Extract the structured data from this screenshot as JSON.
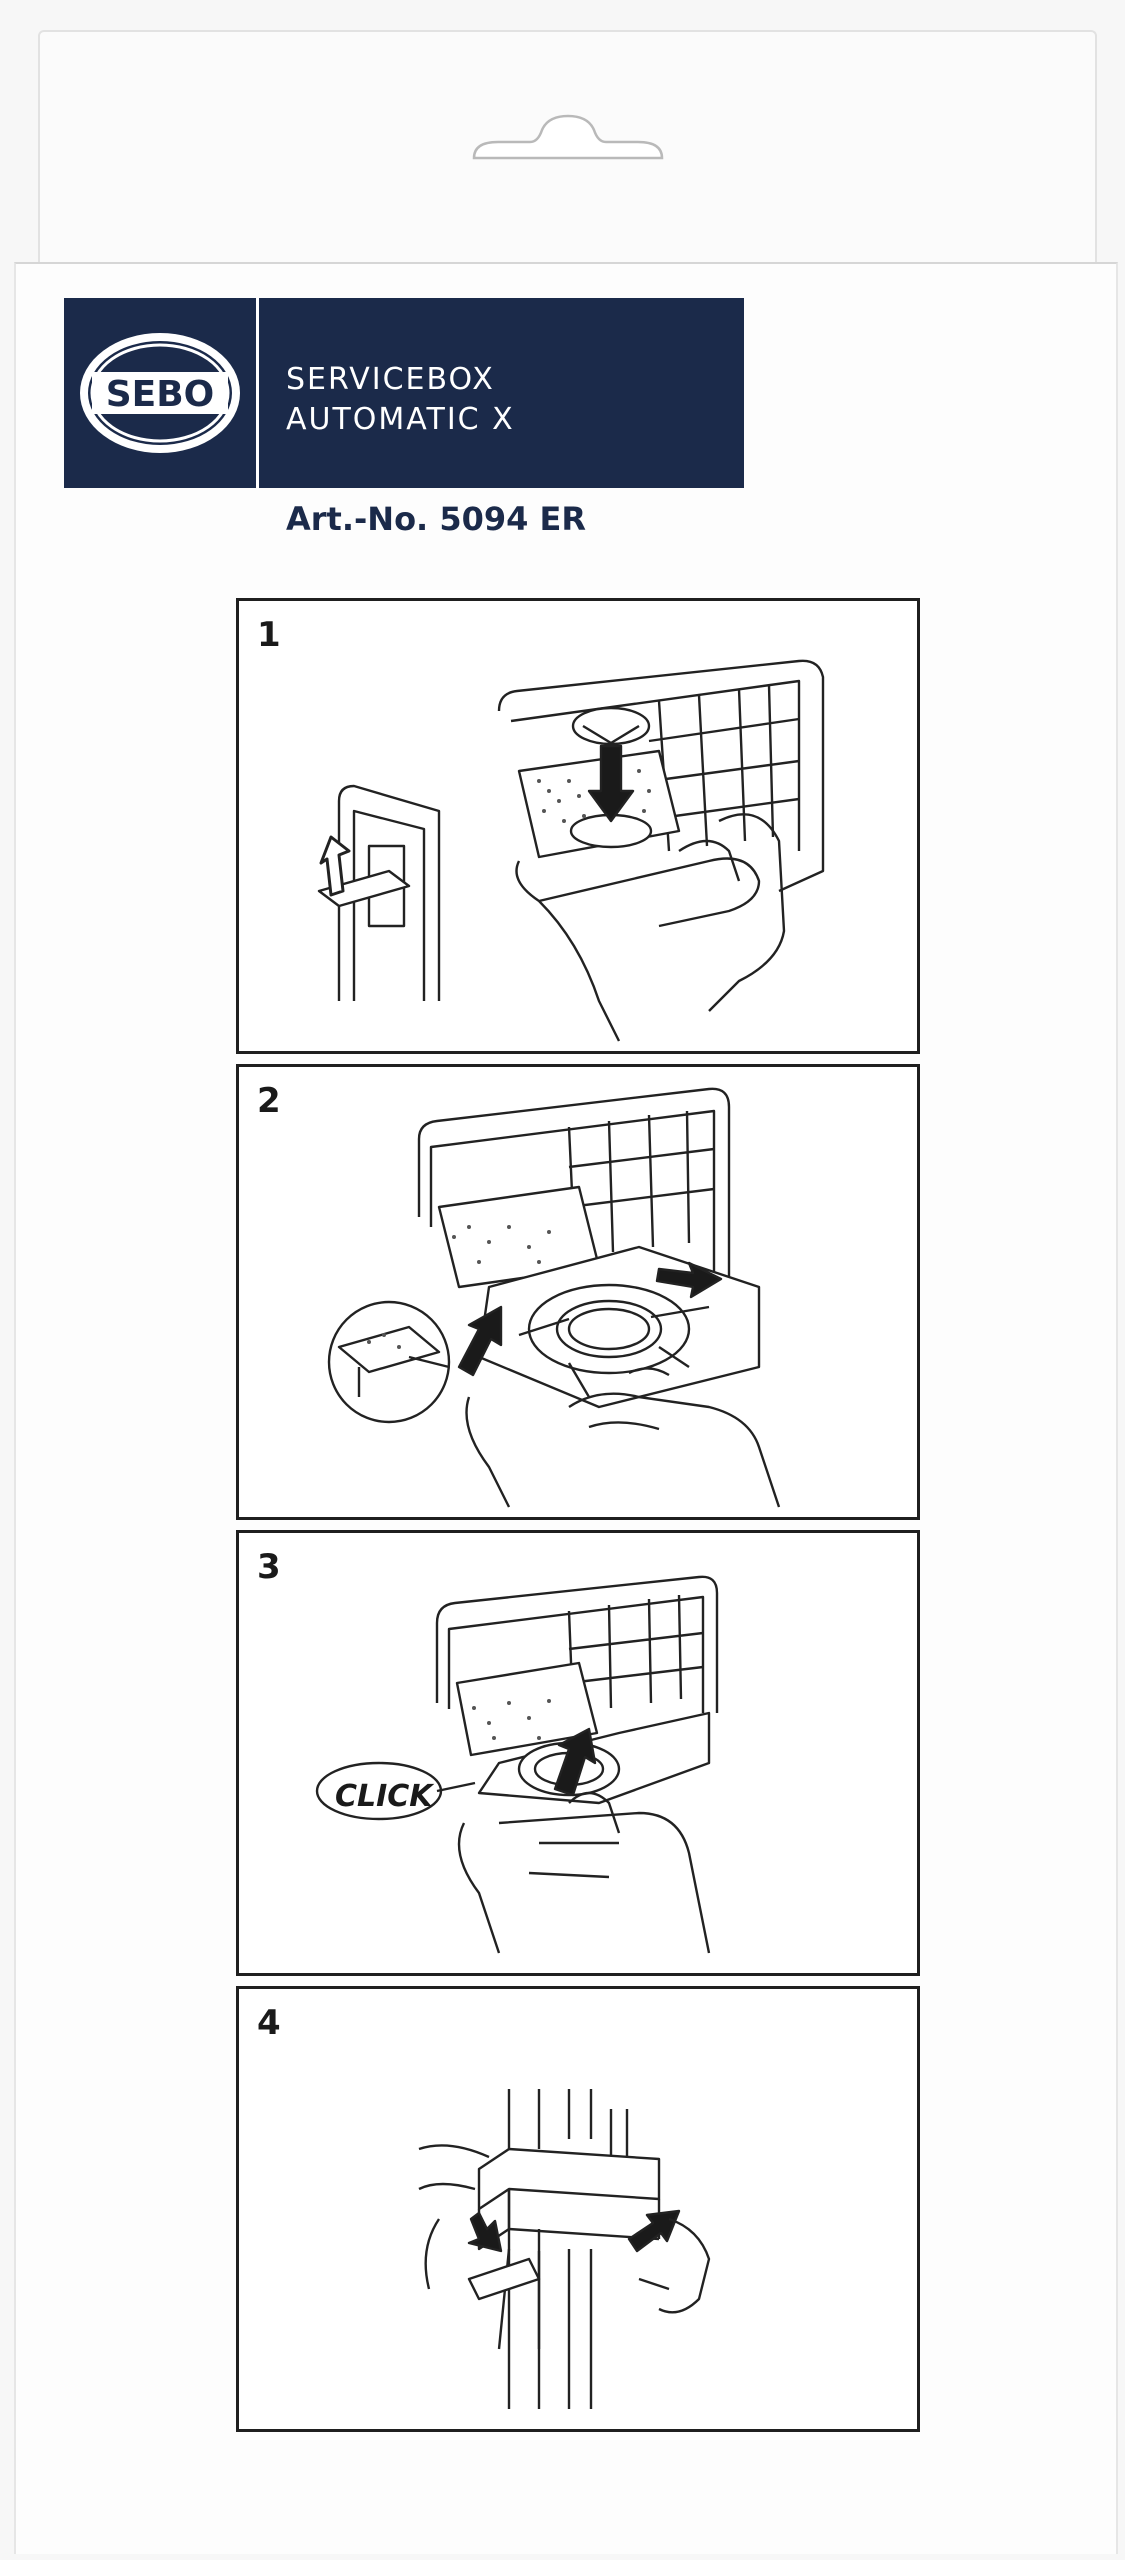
{
  "brand": {
    "logo_text": "SEBO",
    "product_line1": "SERVICEBOX",
    "product_line2": "AUTOMATIC X",
    "article_number": "Art.-No. 5094 ER",
    "bar_color": "#1b2a4a"
  },
  "steps": [
    {
      "number": "1"
    },
    {
      "number": "2"
    },
    {
      "number": "3",
      "callout": "CLICK"
    },
    {
      "number": "4"
    }
  ]
}
